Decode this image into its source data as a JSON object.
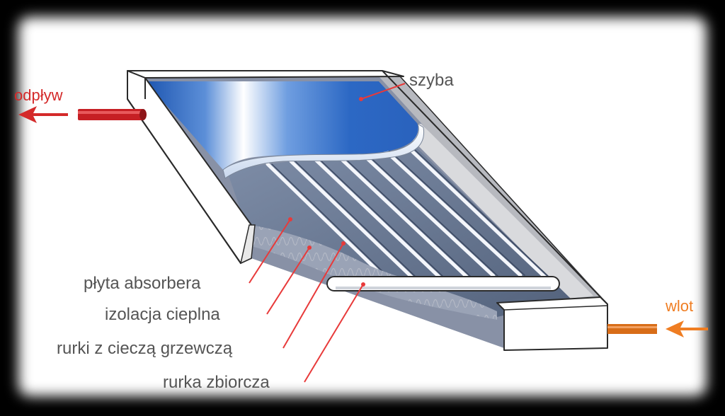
{
  "labels": {
    "outlet": "odpływ",
    "glass": "szyba",
    "inlet": "wlot",
    "absorber_plate": "płyta absorbera",
    "thermal_insulation": "izolacja cieplna",
    "fluid_tubes": "rurki z cieczą grzewczą",
    "collector_tube": "rurka zbiorcza"
  },
  "colors": {
    "outlet_arrow": "#d42a2a",
    "inlet_arrow": "#ef7d22",
    "leader_lines": "#e83a3a",
    "label_text": "#555555",
    "glass_blue": "#2f6fc6",
    "background": "#ffffff",
    "frame": "#000000"
  }
}
